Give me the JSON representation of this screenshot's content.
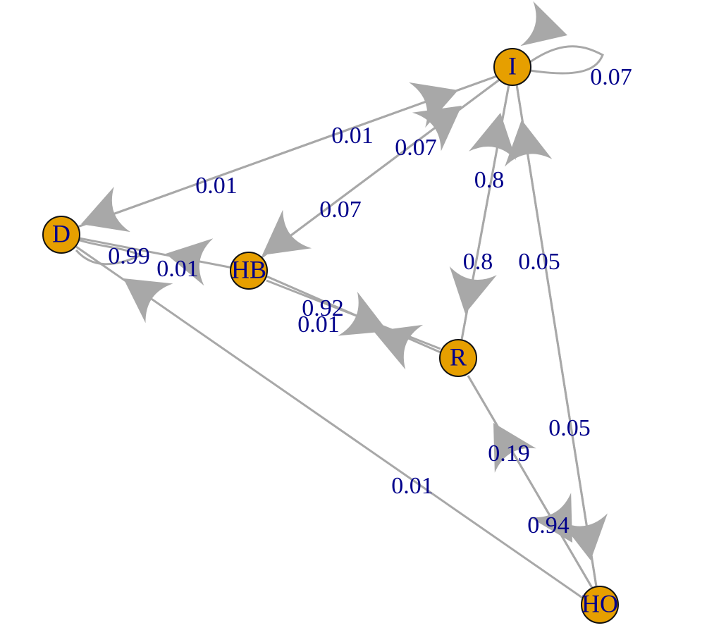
{
  "nodes": [
    {
      "id": "I",
      "label": "I"
    },
    {
      "id": "D",
      "label": "D"
    },
    {
      "id": "HB",
      "label": "HB"
    },
    {
      "id": "R",
      "label": "R"
    },
    {
      "id": "HO",
      "label": "HO"
    }
  ],
  "edges": [
    {
      "from": "I",
      "to": "I",
      "label": "0.07"
    },
    {
      "from": "I",
      "to": "D",
      "label": "0.01"
    },
    {
      "from": "I",
      "to": "HB",
      "label": "0.07"
    },
    {
      "from": "HB",
      "to": "I",
      "label": "0.07"
    },
    {
      "from": "D",
      "to": "I",
      "label": "0.01"
    },
    {
      "from": "R",
      "to": "I",
      "label": "0.8"
    },
    {
      "from": "I",
      "to": "R",
      "label": "0.8"
    },
    {
      "from": "HO",
      "to": "I",
      "label": "0.05"
    },
    {
      "from": "I",
      "to": "HO",
      "label": "0.05"
    },
    {
      "from": "D",
      "to": "D",
      "label": "0.99"
    },
    {
      "from": "HB",
      "to": "D",
      "label": "0.01"
    },
    {
      "from": "HB",
      "to": "R",
      "label": "0.92"
    },
    {
      "from": "R",
      "to": "HB",
      "label": "0.01"
    },
    {
      "from": "HO",
      "to": "D",
      "label": "0.01"
    },
    {
      "from": "HO",
      "to": "R",
      "label": "0.19"
    },
    {
      "from": "R",
      "to": "HO",
      "label": "0.94"
    }
  ],
  "colors": {
    "node_fill": "#e69f00",
    "node_stroke": "#111111",
    "edge": "#a8a8a8",
    "label": "#00008b"
  }
}
